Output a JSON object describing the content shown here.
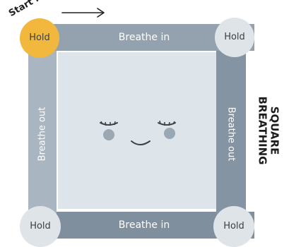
{
  "start": {
    "label": "Start here"
  },
  "title": {
    "line1": "SQUARE",
    "line2": "BREATHING"
  },
  "sides": {
    "top": "Breathe in",
    "right": "Breathe out",
    "bottom": "Breathe in",
    "left": "Breathe out"
  },
  "corners": {
    "top_left": "Hold",
    "top_right": "Hold",
    "bottom_left": "Hold",
    "bottom_right": "Hold"
  },
  "icons": {
    "arrow": "right-arrow-icon",
    "face": "smiling-face-icon"
  },
  "colors": {
    "start_corner": "#f2b83d",
    "corner": "#dfe4e8",
    "center": "#dde4ea",
    "top_bar": "#93a2ae",
    "bottom_bar": "#7f8f9d",
    "left_bar": "#a9b6c1",
    "right_bar": "#8494a2"
  }
}
